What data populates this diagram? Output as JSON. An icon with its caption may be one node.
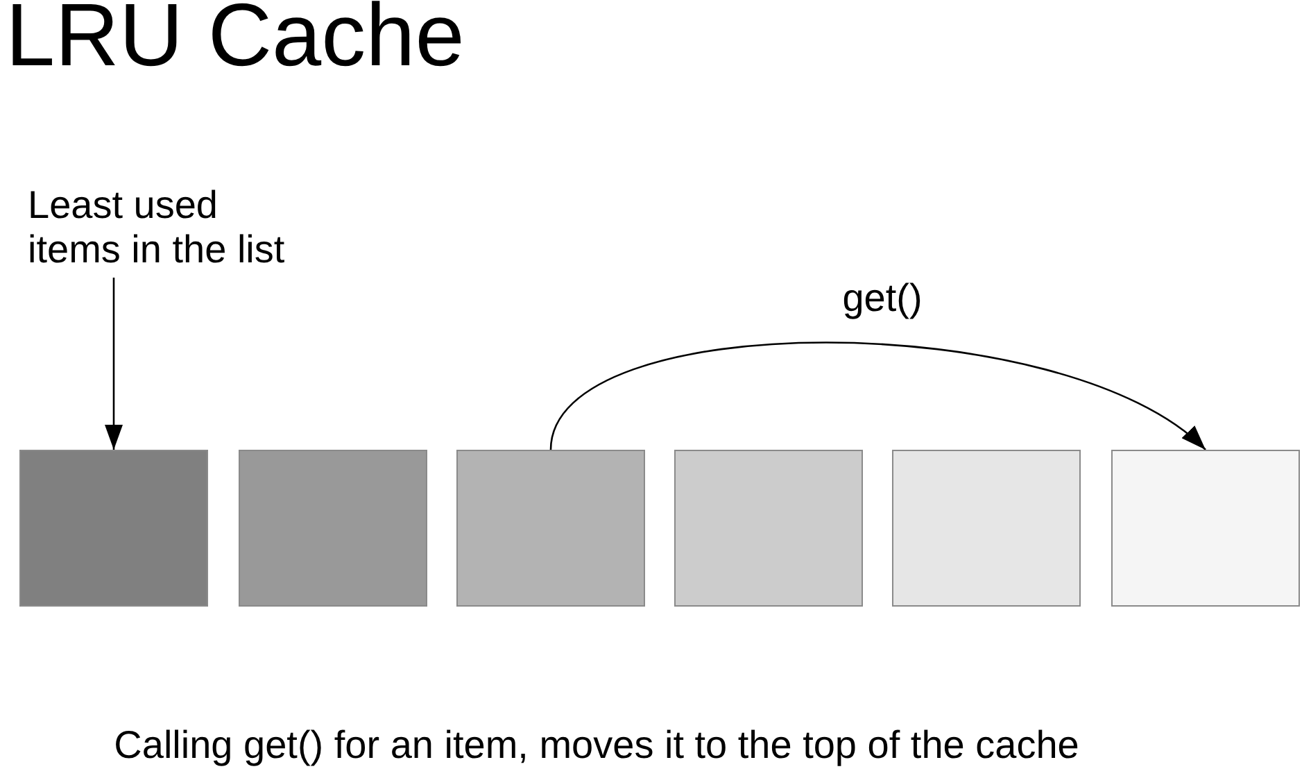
{
  "diagram": {
    "title": "LRU Cache",
    "caption": "Calling get() for an item, moves it to the top of the cache",
    "nodes": [
      {
        "text": [
          "Least used items in the list"
        ]
      },
      {
        "text": [],
        "shape": "box"
      },
      {
        "text": [],
        "shape": "box"
      },
      {
        "text": [],
        "shape": "box"
      },
      {
        "text": [],
        "shape": "box"
      },
      {
        "text": [],
        "shape": "box"
      },
      {
        "text": [],
        "shape": "box"
      }
    ],
    "edges": [
      {
        "from": 0,
        "to": 1,
        "arrow": "to"
      },
      {
        "from": 3,
        "to": 6,
        "arrow": "to",
        "label": "get()"
      }
    ]
  }
}
